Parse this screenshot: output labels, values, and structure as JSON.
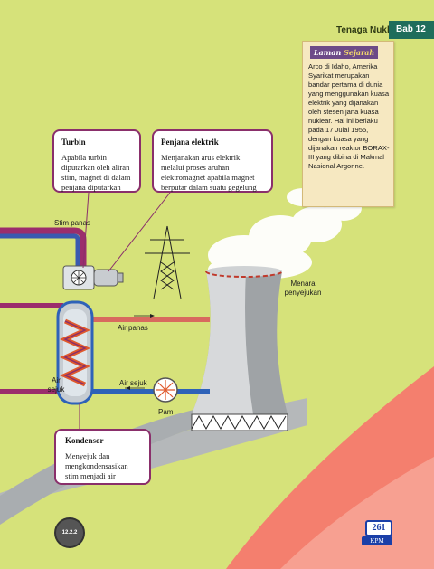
{
  "header": {
    "chapter_title": "Tenaga Nuklear",
    "chapter_badge": "Bab 12"
  },
  "note": {
    "heading_1": "Laman",
    "heading_2": "Sejarah",
    "text": "Arco di Idaho, Amerika Syarikat merupakan bandar pertama di dunia yang menggunakan kuasa elektrik yang dijanakan oleh stesen jana kuasa nuklear. Hal ini berlaku pada 17 Julai 1955, dengan kuasa yang dijanakan reaktor BORAX-III yang dibina di Makmal Nasional Argonne."
  },
  "callouts": {
    "turbin": {
      "title": "Turbin",
      "desc": "Apabila turbin diputarkan oleh aliran stim, magnet di dalam penjana diputarkan"
    },
    "penjana": {
      "title": "Penjana elektrik",
      "desc": "Menjanakan arus elektrik melalui proses aruhan elektromagnet apabila magnet berputar dalam suatu gegelung"
    },
    "kondensor": {
      "title": "Kondensor",
      "desc": "Menyejuk dan mengkondensasikan stim menjadi air"
    }
  },
  "labels": {
    "stim_panas": "Stim panas",
    "air_panas": "Air panas",
    "air_sejuk_left": "Air sejuk",
    "air_sejuk": "Air sejuk",
    "pam": "Pam",
    "menara": "Menara penyejukan"
  },
  "footer": {
    "page_number": "261",
    "publisher": "KPM",
    "code": "12.2.2"
  },
  "colors": {
    "background": "#d6e27a",
    "callout_border": "#8a2f6b",
    "chapter_badge": "#1f6d5b",
    "hot_pipe": "#c0392b",
    "cold_pipe": "#2e62b8"
  }
}
